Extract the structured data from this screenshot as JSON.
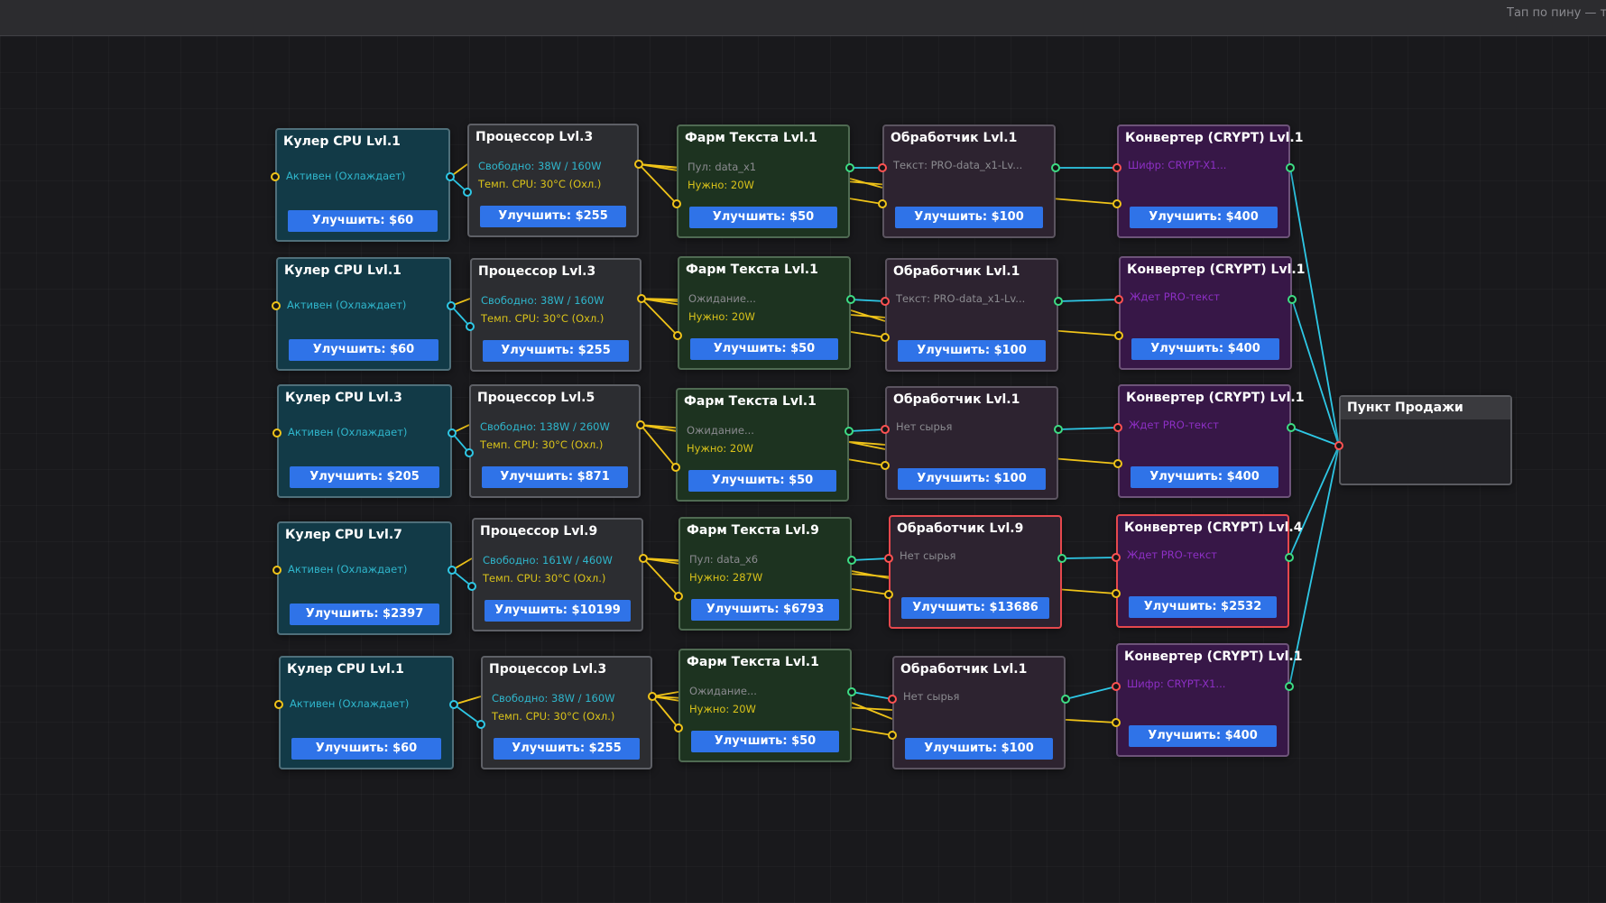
{
  "header": {
    "hint": "Тап по пину — т"
  },
  "colors": {
    "power_wire": "#f0c419",
    "cooling_wire": "#2ec8e6",
    "text_port": "#3ddc84",
    "input_port": "#ff5252",
    "upgrade_button": "#2f73e8"
  },
  "rows": [
    {
      "cooler": {
        "title": "Кулер CPU Lvl.1",
        "status": "Активен (Охлаждает)",
        "upgrade": "Улучшить: $60"
      },
      "cpu": {
        "title": "Процессор Lvl.3",
        "free": "Свободно: 38W / 160W",
        "temp": "Темп. CPU: 30°C (Охл.)",
        "upgrade": "Улучшить: $255"
      },
      "farm": {
        "title": "Фарм Текста Lvl.1",
        "line1": "Пул: data_x1",
        "line2": "Нужно: 20W",
        "upgrade": "Улучшить: $50"
      },
      "processor": {
        "title": "Обработчик Lvl.1",
        "line1": "Текст: PRO-data_x1-Lv...",
        "upgrade": "Улучшить: $100",
        "alert": false
      },
      "converter": {
        "title": "Конвертер (CRYPT) Lvl.1",
        "line1": "Шифр: CRYPT-X1...",
        "upgrade": "Улучшить: $400",
        "alert": false
      }
    },
    {
      "cooler": {
        "title": "Кулер CPU Lvl.1",
        "status": "Активен (Охлаждает)",
        "upgrade": "Улучшить: $60"
      },
      "cpu": {
        "title": "Процессор Lvl.3",
        "free": "Свободно: 38W / 160W",
        "temp": "Темп. CPU: 30°C (Охл.)",
        "upgrade": "Улучшить: $255"
      },
      "farm": {
        "title": "Фарм Текста Lvl.1",
        "line1": "Ожидание...",
        "line2": "Нужно: 20W",
        "upgrade": "Улучшить: $50"
      },
      "processor": {
        "title": "Обработчик Lvl.1",
        "line1": "Текст: PRO-data_x1-Lv...",
        "upgrade": "Улучшить: $100",
        "alert": false
      },
      "converter": {
        "title": "Конвертер (CRYPT) Lvl.1",
        "line1": "Ждет PRO-текст",
        "upgrade": "Улучшить: $400",
        "alert": false
      }
    },
    {
      "cooler": {
        "title": "Кулер CPU Lvl.3",
        "status": "Активен (Охлаждает)",
        "upgrade": "Улучшить: $205"
      },
      "cpu": {
        "title": "Процессор Lvl.5",
        "free": "Свободно: 138W / 260W",
        "temp": "Темп. CPU: 30°C (Охл.)",
        "upgrade": "Улучшить: $871"
      },
      "farm": {
        "title": "Фарм Текста Lvl.1",
        "line1": "Ожидание...",
        "line2": "Нужно: 20W",
        "upgrade": "Улучшить: $50"
      },
      "processor": {
        "title": "Обработчик Lvl.1",
        "line1": "Нет сырья",
        "upgrade": "Улучшить: $100",
        "alert": false
      },
      "converter": {
        "title": "Конвертер (CRYPT) Lvl.1",
        "line1": "Ждет PRO-текст",
        "upgrade": "Улучшить: $400",
        "alert": false
      }
    },
    {
      "cooler": {
        "title": "Кулер CPU Lvl.7",
        "status": "Активен (Охлаждает)",
        "upgrade": "Улучшить: $2397"
      },
      "cpu": {
        "title": "Процессор Lvl.9",
        "free": "Свободно: 161W / 460W",
        "temp": "Темп. CPU: 30°C (Охл.)",
        "upgrade": "Улучшить: $10199"
      },
      "farm": {
        "title": "Фарм Текста Lvl.9",
        "line1": "Пул: data_x6",
        "line2": "Нужно: 287W",
        "upgrade": "Улучшить: $6793"
      },
      "processor": {
        "title": "Обработчик Lvl.9",
        "line1": "Нет сырья",
        "upgrade": "Улучшить: $13686",
        "alert": true
      },
      "converter": {
        "title": "Конвертер (CRYPT) Lvl.4",
        "line1": "Ждет PRO-текст",
        "upgrade": "Улучшить: $2532",
        "alert": true
      }
    },
    {
      "cooler": {
        "title": "Кулер CPU Lvl.1",
        "status": "Активен (Охлаждает)",
        "upgrade": "Улучшить: $60"
      },
      "cpu": {
        "title": "Процессор Lvl.3",
        "free": "Свободно: 38W / 160W",
        "temp": "Темп. CPU: 30°C (Охл.)",
        "upgrade": "Улучшить: $255"
      },
      "farm": {
        "title": "Фарм Текста Lvl.1",
        "line1": "Ожидание...",
        "line2": "Нужно: 20W",
        "upgrade": "Улучшить: $50"
      },
      "processor": {
        "title": "Обработчик Lvl.1",
        "line1": "Нет сырья",
        "upgrade": "Улучшить: $100",
        "alert": false
      },
      "converter": {
        "title": "Конвертер (CRYPT) Lvl.1",
        "line1": "Шифр: CRYPT-X1...",
        "upgrade": "Улучшить: $400",
        "alert": false
      }
    }
  ],
  "sell_point": {
    "title": "Пункт Продажи"
  }
}
